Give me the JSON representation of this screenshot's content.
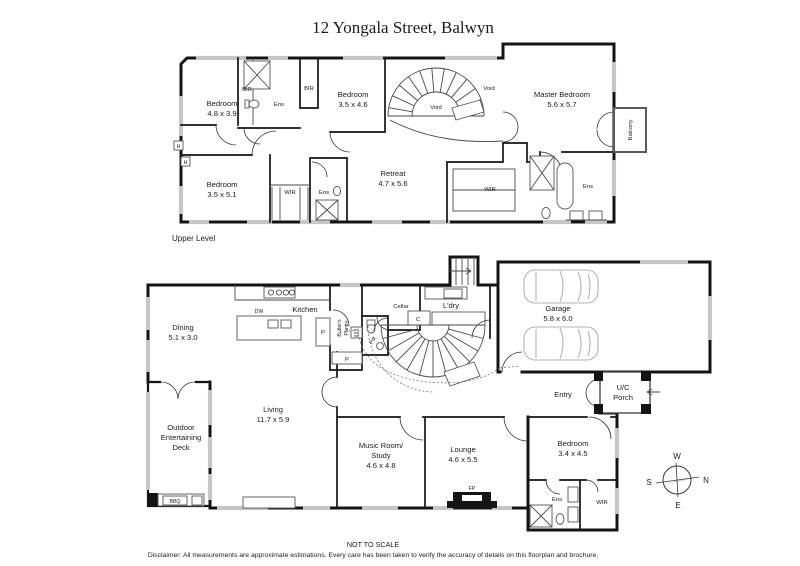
{
  "title": "12 Yongala Street, Balwyn",
  "upper_level": {
    "label": "Upper Level",
    "bedroom_nw": {
      "name": "Bedroom",
      "dims": "4.8 x 3.9"
    },
    "bedroom_n": {
      "name": "Bedroom",
      "dims": "3.5 x 4.6"
    },
    "master_bedroom": {
      "name": "Master Bedroom",
      "dims": "5.6 x 5.7"
    },
    "bedroom_sw": {
      "name": "Bedroom",
      "dims": "3.5 x 5.1"
    },
    "retreat": {
      "name": "Retreat",
      "dims": "4.7 x 5.6"
    },
    "bir1": "BIR",
    "bir2": "BIR",
    "ens1": "Ens",
    "ens2": "Ens",
    "ens3": "Ens",
    "wir1": "WIR",
    "wir2": "WIR",
    "void1": "Void",
    "void2": "Void",
    "balcony": "Balcony",
    "h1": "H",
    "h2": "H"
  },
  "ground_level": {
    "dining": {
      "name": "Dining",
      "dims": "5.1 x 3.0"
    },
    "kitchen": "Kitchen",
    "dw": "DW",
    "p1": "P",
    "p2": "P",
    "c": "C",
    "butlers_line1": "Butler's",
    "butlers_line2": "Pantry",
    "pdr": "Pdr",
    "cellar": "Cellar",
    "laundry": "L'dry",
    "garage": {
      "name": "Garage",
      "dims": "5.8 x 6.0"
    },
    "living": {
      "name": "Living",
      "dims": "11.7 x 5.9"
    },
    "deck_line1": "Outdoor",
    "deck_line2": "Entertaining",
    "deck_line3": "Deck",
    "bbq": "BBQ",
    "music_line1": "Music Room/",
    "music_line2": "Study",
    "music_dims": "4.6 x 4.8",
    "lounge": {
      "name": "Lounge",
      "dims": "4.6 x 5.5"
    },
    "fp": "FP",
    "entry": "Entry",
    "porch_line1": "U/C",
    "porch_line2": "Porch",
    "bedroom_se": {
      "name": "Bedroom",
      "dims": "3.4 x 4.5"
    },
    "ens4": "Ens",
    "wir3": "WIR"
  },
  "compass": {
    "n": "N",
    "e": "E",
    "s": "S",
    "w": "W"
  },
  "footer": {
    "scale": "NOT TO SCALE",
    "disclaimer": "Disclaimer: All measurements are approximate estimations. Every care has been taken to verify the accuracy of details on this floorplan and brochure."
  },
  "colors": {
    "wall": "#141414",
    "window": "#c6c6c6",
    "background": "#ffffff"
  }
}
